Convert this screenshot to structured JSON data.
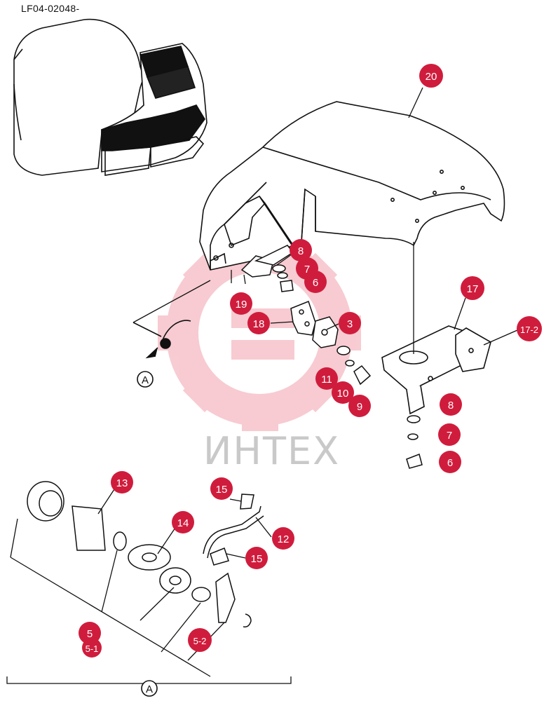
{
  "doc_code": "LF04-02048-",
  "watermark": {
    "text": "ИНТЕХ"
  },
  "view_marker": {
    "text": "A"
  },
  "callout_color": "#d01c3c",
  "callouts": [
    {
      "id": "c20",
      "label": "20"
    },
    {
      "id": "c8a",
      "label": "8"
    },
    {
      "id": "c7a",
      "label": "7"
    },
    {
      "id": "c6a",
      "label": "6"
    },
    {
      "id": "c19",
      "label": "19"
    },
    {
      "id": "c18",
      "label": "18"
    },
    {
      "id": "c3",
      "label": "3"
    },
    {
      "id": "c11",
      "label": "11"
    },
    {
      "id": "c10",
      "label": "10"
    },
    {
      "id": "c9",
      "label": "9"
    },
    {
      "id": "c17",
      "label": "17"
    },
    {
      "id": "c17_2",
      "label": "17-2"
    },
    {
      "id": "c8b",
      "label": "8"
    },
    {
      "id": "c7b",
      "label": "7"
    },
    {
      "id": "c6b",
      "label": "6"
    },
    {
      "id": "c13",
      "label": "13"
    },
    {
      "id": "c15a",
      "label": "15"
    },
    {
      "id": "c14",
      "label": "14"
    },
    {
      "id": "c12",
      "label": "12"
    },
    {
      "id": "c15b",
      "label": "15"
    },
    {
      "id": "c5",
      "label": "5"
    },
    {
      "id": "c5_1",
      "label": "5-1"
    },
    {
      "id": "c5_2",
      "label": "5-2"
    }
  ]
}
